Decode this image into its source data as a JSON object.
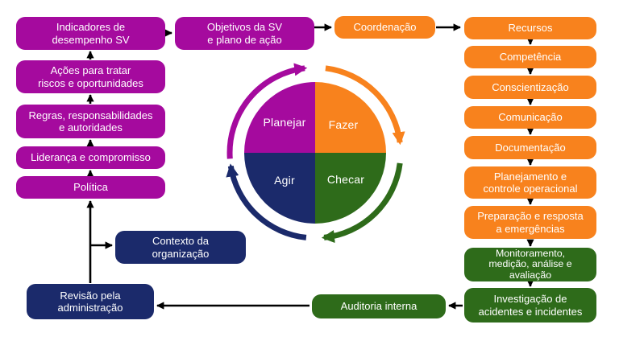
{
  "pdca": {
    "planejar": "Planejar",
    "fazer": "Fazer",
    "agir": "Agir",
    "checar": "Checar"
  },
  "boxes": {
    "indicadores": "Indicadores de\ndesempenho SV",
    "acoes": "Ações para tratar\nriscos e oportunidades",
    "regras": "Regras, responsabilidades\ne autoridades",
    "lideranca": "Liderança e compromisso",
    "politica": "Política",
    "objetivos": "Objetivos da SV\ne plano de ação",
    "coordenacao": "Coordenação",
    "recursos": "Recursos",
    "competencia": "Competência",
    "conscientizacao": "Conscientização",
    "comunicacao": "Comunicação",
    "documentacao": "Documentação",
    "planejamento": "Planejamento e\ncontrole operacional",
    "preparacao": "Preparação e resposta\na emergências",
    "monitoramento": "Monitoramento,\nmedição, análise e\navaliação",
    "investigacao": "Investigação de\nacidentes e incidentes",
    "auditoria": "Auditoria interna",
    "revisao": "Revisão pela\nadministração",
    "contexto": "Contexto da\norganização"
  },
  "colors": {
    "magenta": "#A50A9E",
    "orange": "#F8821D",
    "navy": "#1B2A6B",
    "green": "#2E6B1A",
    "arrow_black": "#000000",
    "background": "#FFFFFF",
    "text": "#FFFFFF"
  }
}
